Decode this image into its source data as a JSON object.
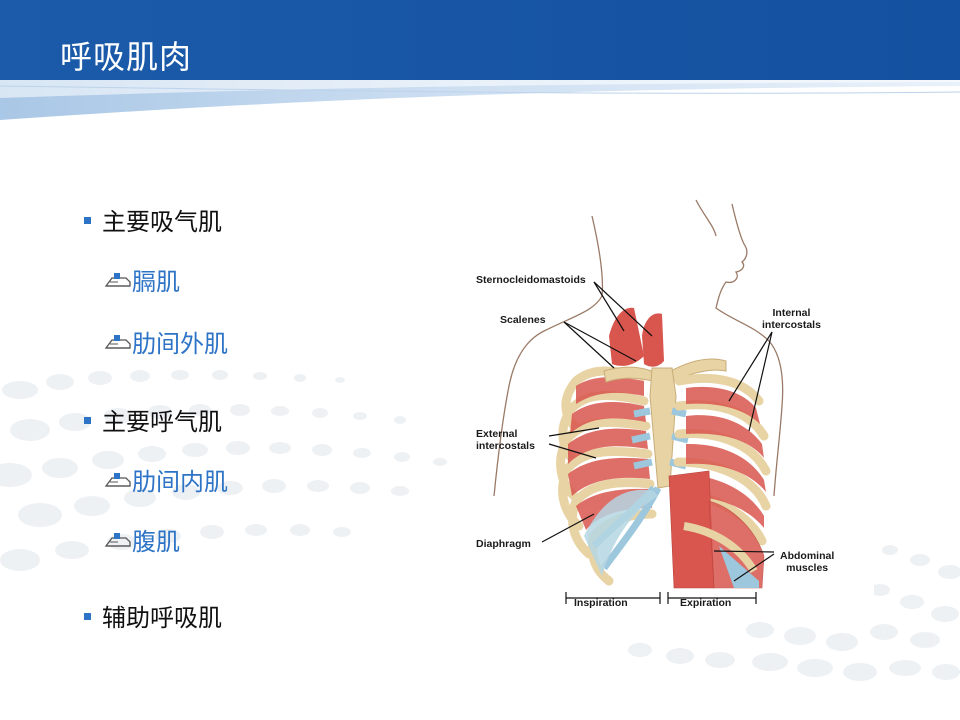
{
  "slide": {
    "title": "呼吸肌肉",
    "accent_color": "#2e74c6",
    "header_color": "#1a5aa8"
  },
  "bullets": [
    {
      "level": 1,
      "text": "主要吸气肌",
      "icon": "square-bullet-icon"
    },
    {
      "level": 2,
      "text": "膈肌",
      "icon": "folder-bullet-icon"
    },
    {
      "level": 2,
      "text": "肋间外肌",
      "icon": "folder-bullet-icon"
    },
    {
      "level": 1,
      "text": "主要呼气肌",
      "icon": "square-bullet-icon"
    },
    {
      "level": 2,
      "text": "肋间内肌",
      "icon": "folder-bullet-icon"
    },
    {
      "level": 2,
      "text": "腹肌",
      "icon": "folder-bullet-icon"
    },
    {
      "level": 1,
      "text": "辅助呼吸肌",
      "icon": "square-bullet-icon"
    }
  ],
  "figure": {
    "labels": {
      "sternocleidomastoids": "Sternocleidomastoids",
      "scalenes": "Scalenes",
      "internal_intercostals": "Internal\nintercostals",
      "external_intercostals": "External\nintercostals",
      "diaphragm": "Diaphragm",
      "abdominal_muscles": "Abdominal\nmuscles",
      "inspiration": "Inspiration",
      "expiration": "Expiration"
    }
  }
}
